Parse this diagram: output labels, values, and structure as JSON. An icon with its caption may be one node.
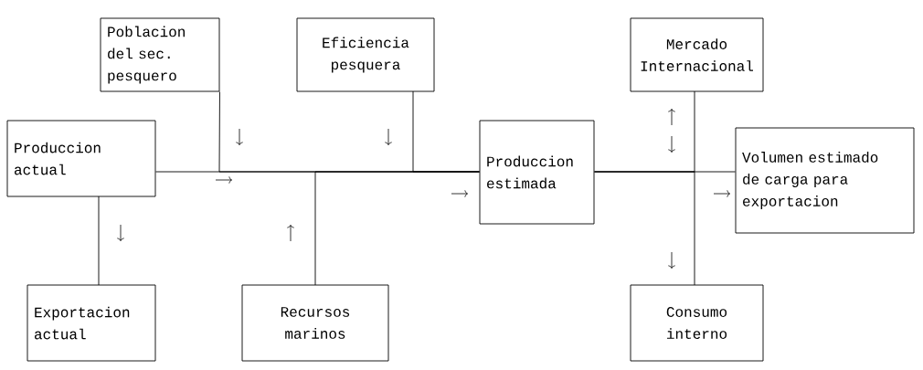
{
  "diagram": {
    "nodes": [
      {
        "text": [
          "Poblacion del sec. pesquero"
        ]
      },
      {
        "text": [
          "Eficiencia pesquera"
        ]
      },
      {
        "text": [
          "Mercado Internacional"
        ]
      },
      {
        "text": [
          "Produccion actual"
        ]
      },
      {
        "text": [
          "Produccion estimada"
        ]
      },
      {
        "text": [
          "Volumen estimado de carga para exportacion"
        ]
      },
      {
        "text": [
          "Exportacion actual"
        ]
      },
      {
        "text": [
          "Recursos marinos"
        ]
      },
      {
        "text": [
          "Consumo interno"
        ]
      }
    ],
    "edges": [
      {
        "from": 3,
        "to": 4,
        "arrow": "none"
      },
      {
        "from": 0,
        "to": 4,
        "arrow": "none"
      },
      {
        "from": 1,
        "to": 4,
        "arrow": "none"
      },
      {
        "from": 7,
        "to": 4,
        "arrow": "none"
      },
      {
        "from": 3,
        "to": 6,
        "arrow": "none"
      },
      {
        "from": 4,
        "to": 5,
        "arrow": "none"
      },
      {
        "from": 4,
        "to": 2,
        "arrow": "none"
      },
      {
        "from": 4,
        "to": 8,
        "arrow": "none"
      }
    ]
  }
}
